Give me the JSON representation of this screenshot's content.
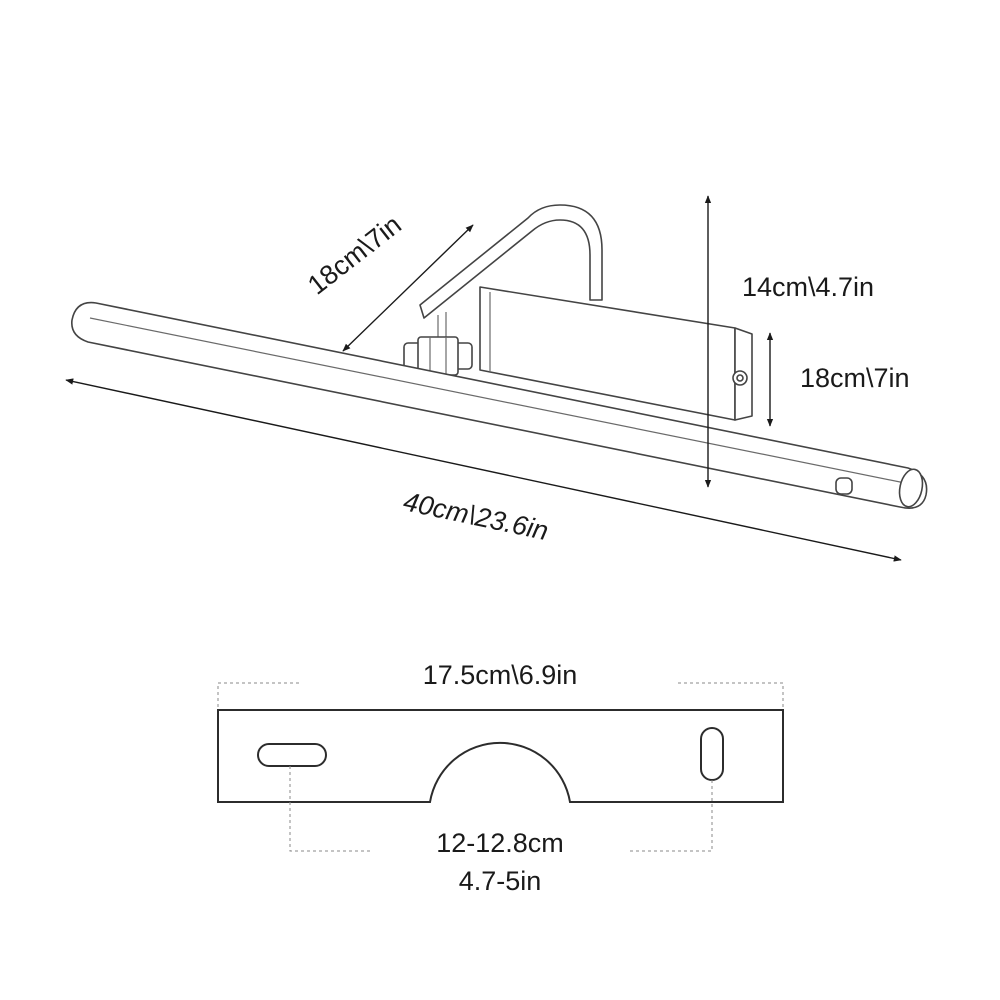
{
  "diagram": {
    "lamp_dimensions": {
      "arm_length": "18cm\\7in",
      "total_height": "14cm\\4.7in",
      "base_height": "18cm\\7in",
      "bar_length": "40cm\\23.6in"
    },
    "mounting_plate": {
      "width": "17.5cm\\6.9in",
      "hole_spacing_cm": "12-12.8cm",
      "hole_spacing_in": "4.7-5in"
    }
  }
}
